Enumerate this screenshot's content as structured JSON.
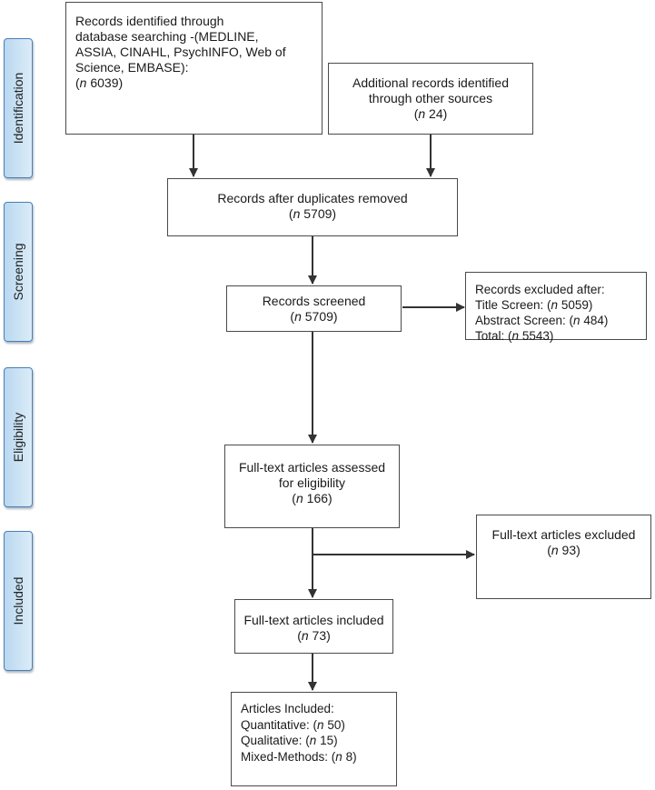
{
  "stages": [
    {
      "label": "Identification"
    },
    {
      "label": "Screening"
    },
    {
      "label": "Eligibility"
    },
    {
      "label": "Included"
    }
  ],
  "boxes": {
    "database_records": {
      "lines": [
        "Records identified through",
        "database searching -(MEDLINE,",
        "ASSIA, CINAHL, PsychINFO, Web of",
        "Science, EMBASE):"
      ],
      "count_prefix": "n",
      "count": "6039"
    },
    "additional_records": {
      "lines": [
        "Additional records identified",
        "through other sources"
      ],
      "count_prefix": "n",
      "count": "24"
    },
    "after_duplicates": {
      "lines": [
        "Records after duplicates removed"
      ],
      "count_prefix": "n",
      "count": "5709"
    },
    "records_screened": {
      "lines": [
        "Records screened"
      ],
      "count_prefix": "n",
      "count": "5709"
    },
    "records_excluded": {
      "title": "Records excluded after:",
      "items": [
        {
          "label": "Title Screen:",
          "prefix": "n",
          "count": "5059"
        },
        {
          "label": "Abstract Screen:",
          "prefix": "n",
          "count": "484"
        },
        {
          "label": "Total:",
          "prefix": "n",
          "count": "5543"
        }
      ]
    },
    "fulltext_assessed": {
      "lines": [
        "Full-text articles assessed",
        "for eligibility"
      ],
      "count_prefix": "n",
      "count": "166"
    },
    "fulltext_excluded": {
      "lines": [
        "Full-text articles excluded"
      ],
      "count_prefix": "n",
      "count": "93"
    },
    "fulltext_included": {
      "lines": [
        "Full-text articles included"
      ],
      "count_prefix": "n",
      "count": "73"
    },
    "articles_included": {
      "title": "Articles Included:",
      "items": [
        {
          "label": "Quantitative:",
          "prefix": "n",
          "count": "50"
        },
        {
          "label": "Qualitative:",
          "prefix": "n",
          "count": "15"
        },
        {
          "label": "Mixed-Methods:",
          "prefix": "n",
          "count": "8"
        }
      ]
    }
  },
  "colors": {
    "stage_fill": "#b9d8f0",
    "stage_border": "#4a7fb5",
    "box_border": "#4a4a4a",
    "arrow": "#333333"
  }
}
